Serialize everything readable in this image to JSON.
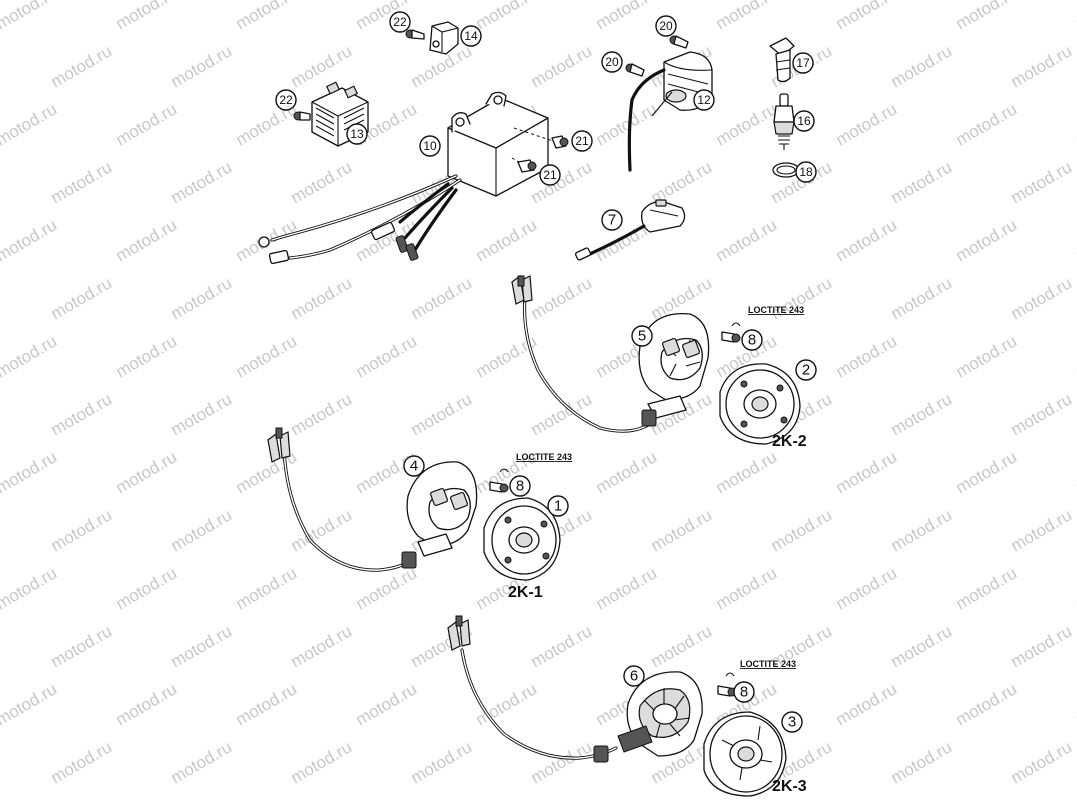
{
  "watermark": "motod.ru",
  "variants": [
    {
      "id": "2k-1",
      "label": "2K-1"
    },
    {
      "id": "2k-2",
      "label": "2K-2"
    },
    {
      "id": "2k-3",
      "label": "2K-3"
    }
  ],
  "loctite_note": "LOCTITE 243",
  "callouts": {
    "c1": "1",
    "c2": "2",
    "c3": "3",
    "c4": "4",
    "c5": "5",
    "c6": "6",
    "c7": "7",
    "c8": "8",
    "c10": "10",
    "c12": "12",
    "c13": "13",
    "c14": "14",
    "c16": "16",
    "c17": "17",
    "c18": "18",
    "c20": "20",
    "c21": "21",
    "c22": "22"
  },
  "colors": {
    "line": "#111111",
    "watermark": "#c8c8c8",
    "background": "#ffffff"
  }
}
